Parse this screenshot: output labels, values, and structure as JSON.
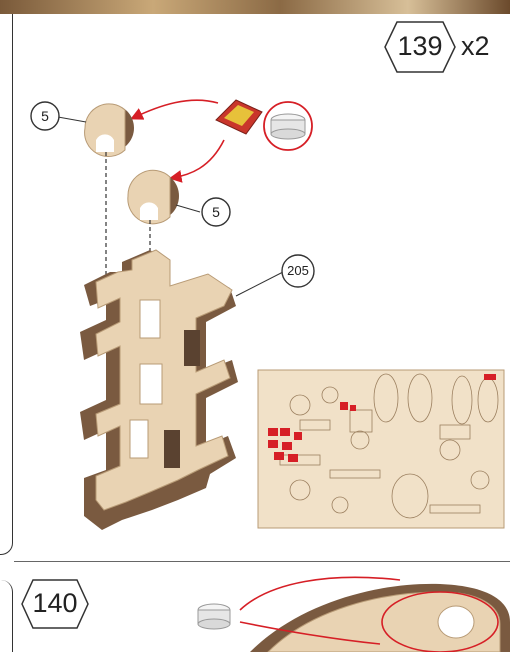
{
  "step_main": {
    "number": "139",
    "multiplier": "x2"
  },
  "callouts": {
    "top_left": "5",
    "mid_right": "5",
    "part": "205"
  },
  "step_next": {
    "number": "140"
  },
  "colors": {
    "wood": "#e9d3b3",
    "edge": "#7a5a40",
    "arrow": "#d61f26",
    "highlight": "#e0261f"
  }
}
